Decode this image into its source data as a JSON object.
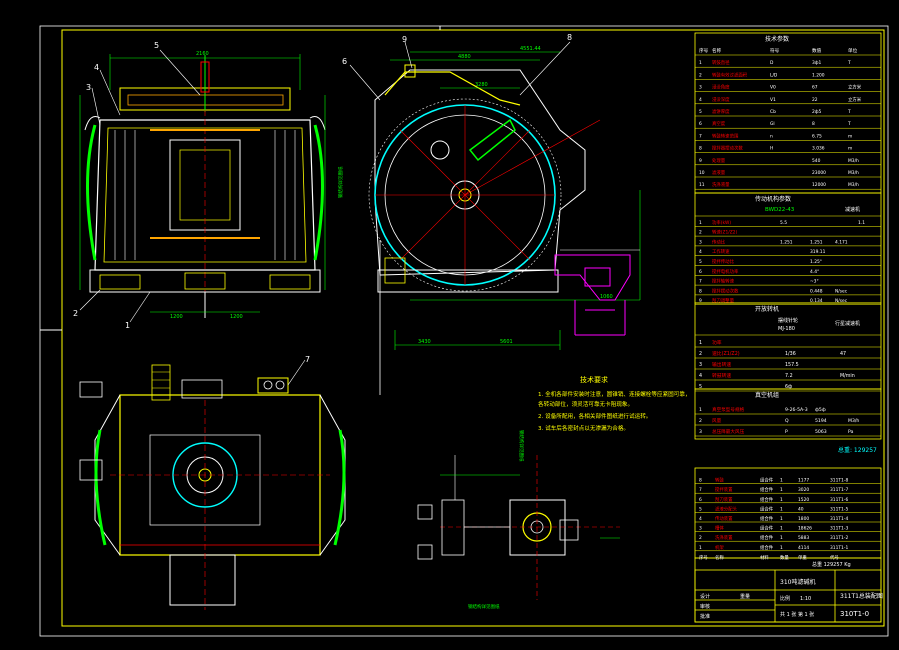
{
  "colors": {
    "background": "#000000",
    "frame": "#ffff00",
    "structure": "#ffffff",
    "dimension": "#00ff00",
    "annotation": "#ff0000",
    "highlight": "#00ffff",
    "hopper": "#ff00ff",
    "accent": "#ffa500",
    "table_text": "#ffffff",
    "table_value": "#00ff00"
  },
  "callouts": {
    "c1": "1",
    "c2": "2",
    "c3": "3",
    "c4": "4",
    "c5": "5",
    "c6": "6",
    "c7": "7",
    "c8": "8",
    "c9": "9"
  },
  "dimensions": {
    "front_top": "2160",
    "front_bottom_left": "1200",
    "front_bottom_right": "1200",
    "side_top_a": "4880",
    "side_top_b": "4551.44",
    "side_top_c": "3280",
    "side_bottom_a": "3430",
    "side_bottom_b": "5601",
    "side_bottom_c": "1060"
  },
  "notes": {
    "title": "技术要求",
    "lines": [
      "1. 全机各部件安装时注意，圆锥销、连接螺栓等应紧固可靠，",
      "   各转动部位，须灵活可靠无卡阻现象。",
      "2. 设备所配用，各相关部件图纸进行试运转。",
      "3. 试车后各密封点以无渗漏为合格。"
    ]
  },
  "spec_table": {
    "title": "技术参数",
    "headers": [
      "序号",
      "名称",
      "符号",
      "数值",
      "单位"
    ],
    "rows": [
      [
        "1",
        "转鼓直径",
        "D",
        "3ф1",
        "T"
      ],
      [
        "2",
        "转鼓有效过滤面积",
        "L/D",
        "1.200",
        ""
      ],
      [
        "3",
        "浸没角度",
        "V0",
        "67",
        "立方米"
      ],
      [
        "4",
        "浸没深度",
        "V1",
        "22",
        "立方米"
      ],
      [
        "5",
        "滤饼厚度",
        "Cb",
        "2ф5",
        "T"
      ],
      [
        "6",
        "真空度",
        "Gl",
        "8",
        "T"
      ],
      [
        "7",
        "转鼓转速范围",
        "n",
        "6.75",
        "m"
      ],
      [
        "8",
        "搅拌器摆动次数",
        "H",
        "3.036",
        "m"
      ],
      [
        "9",
        "处理量",
        "",
        "540",
        "M3/h"
      ],
      [
        "10",
        "滤液量",
        "",
        "23000",
        "M3/h"
      ],
      [
        "11",
        "洗涤液量",
        "",
        "12000",
        "M3/h"
      ]
    ]
  },
  "drive_table": {
    "title": "传动机构参数",
    "model": "BWD22-43",
    "header_right": "减速机",
    "rows": [
      [
        "1",
        "功率(kW)",
        "5.5",
        "",
        "",
        "1.1"
      ],
      [
        "2",
        "转速(Z1/Z2)",
        "",
        "",
        "",
        ""
      ],
      [
        "3",
        "传动比",
        "1.251",
        "1.251",
        "4.171",
        ""
      ],
      [
        "4",
        "工作转速",
        "",
        "319.11",
        "",
        ""
      ],
      [
        "5",
        "搅拌传动比",
        "",
        "1.25°",
        "",
        ""
      ],
      [
        "6",
        "搅拌电机功率",
        "",
        "4.4°",
        "",
        ""
      ],
      [
        "7",
        "搅拌轴转速",
        "",
        "~3°",
        "",
        ""
      ],
      [
        "8",
        "搅拌摆动次数",
        "",
        "0.448",
        "N/sec",
        ""
      ],
      [
        "9",
        "刮刀调整量",
        "",
        "0.134",
        "N/sec",
        ""
      ]
    ]
  },
  "reducer_table": {
    "title": "开放转机",
    "col_a": "摆线针轮",
    "col_a2": "MJ-180",
    "col_b": "行星减速机",
    "rows": [
      [
        "1",
        "功率",
        "",
        ""
      ],
      [
        "2",
        "速比(Z1/Z2)",
        "1/36",
        "47"
      ],
      [
        "3",
        "输出转速",
        "157.5",
        ""
      ],
      [
        "4",
        "转鼓转速",
        "7.2",
        "M/min"
      ],
      [
        "5",
        "",
        "6ф",
        ""
      ]
    ]
  },
  "fan_table": {
    "title": "真空机组",
    "rows": [
      [
        "1",
        "真空泵型号规格",
        "9-26-5A-3",
        "ф5ф"
      ],
      [
        "2",
        "风量",
        "Q",
        "5194",
        "M3/h"
      ],
      [
        "3",
        "总压降最大风压",
        "P",
        "5063",
        "Pa"
      ]
    ],
    "weight": "总重: 129257"
  },
  "parts_list": {
    "rows": [
      [
        "8",
        "转鼓",
        "组合件",
        "1",
        "1177",
        "311T1-8"
      ],
      [
        "7",
        "搅拌装置",
        "组合件",
        "1",
        "3020",
        "311T1-7"
      ],
      [
        "6",
        "刮刀装置",
        "组合件",
        "1",
        "1520",
        "311T1-6"
      ],
      [
        "5",
        "滤液分配头",
        "组合件",
        "1",
        "40",
        "311T1-5"
      ],
      [
        "4",
        "传动装置",
        "组合件",
        "1",
        "1800",
        "311T1-4"
      ],
      [
        "3",
        "槽体",
        "组合件",
        "1",
        "18626",
        "311T1-3"
      ],
      [
        "2",
        "洗涤装置",
        "组合件",
        "1",
        "5883",
        "311T1-2"
      ],
      [
        "1",
        "机架",
        "组合件",
        "1",
        "4114",
        "311T1-1"
      ]
    ],
    "header": [
      "序号",
      "名称",
      "材料",
      "数量",
      "单重",
      "代号"
    ],
    "total_weight": "总重 129257 Kg"
  },
  "title_block": {
    "company": "",
    "drawing_name": "311T1总装配图",
    "product": "310吨滤碱机",
    "drawing_no": "310T1-0",
    "scale": "1:10",
    "sheet": "共 1 张 第 1 张",
    "label_design": "设计",
    "label_check": "审核",
    "label_approve": "批准",
    "label_scale": "比例",
    "label_weight": "重量"
  },
  "side_label_left": "钢结构详见图纸",
  "side_label_right": "钢结构详见图纸",
  "bottom_label": "钢结构详见图纸"
}
